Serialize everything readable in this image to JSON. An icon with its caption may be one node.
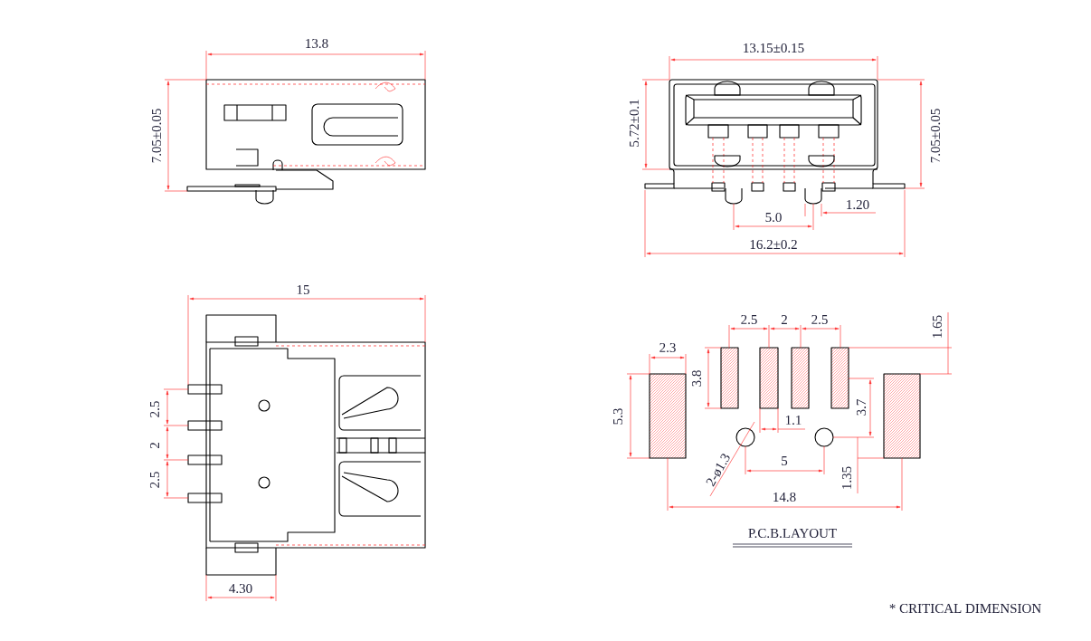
{
  "diagram": {
    "labels": [
      "13.8",
      "13.15±0.15",
      "7.05±0.05",
      "5.72±0.1",
      "7.05±0.05",
      "1.20",
      "5.0",
      "16.2±0.2",
      "15",
      "2.5",
      "2",
      "2.5",
      "1.65",
      "2.3",
      "3.8",
      "5.3",
      "3.7",
      "1.1",
      "2.5",
      "2",
      "2.5",
      "2-ø1.3",
      "5",
      "1.35",
      "14.8",
      "P.C.B.LAYOUT",
      "4.30",
      "* CRITICAL  DIMENSION"
    ]
  }
}
